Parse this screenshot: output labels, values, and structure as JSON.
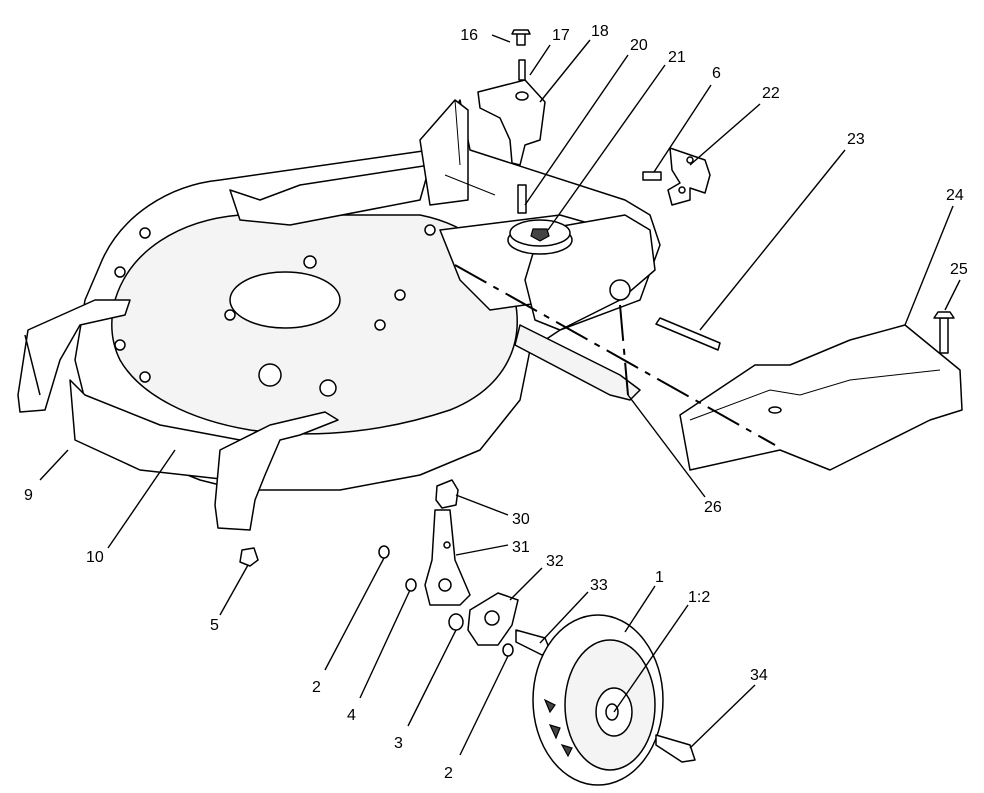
{
  "callouts": [
    {
      "id": "c16",
      "text": "16"
    },
    {
      "id": "c17",
      "text": "17"
    },
    {
      "id": "c18",
      "text": "18"
    },
    {
      "id": "c20",
      "text": "20"
    },
    {
      "id": "c21",
      "text": "21"
    },
    {
      "id": "c6",
      "text": "6"
    },
    {
      "id": "c22",
      "text": "22"
    },
    {
      "id": "c23",
      "text": "23"
    },
    {
      "id": "c24",
      "text": "24"
    },
    {
      "id": "c25",
      "text": "25"
    },
    {
      "id": "c26",
      "text": "26"
    },
    {
      "id": "c9",
      "text": "9"
    },
    {
      "id": "c10",
      "text": "10"
    },
    {
      "id": "c5",
      "text": "5"
    },
    {
      "id": "c30",
      "text": "30"
    },
    {
      "id": "c31",
      "text": "31"
    },
    {
      "id": "c32",
      "text": "32"
    },
    {
      "id": "c33",
      "text": "33"
    },
    {
      "id": "c1",
      "text": "1"
    },
    {
      "id": "c1_2",
      "text": "1:2"
    },
    {
      "id": "c2a",
      "text": "2"
    },
    {
      "id": "c4",
      "text": "4"
    },
    {
      "id": "c3",
      "text": "3"
    },
    {
      "id": "c2b",
      "text": "2"
    },
    {
      "id": "c34",
      "text": "34"
    }
  ]
}
